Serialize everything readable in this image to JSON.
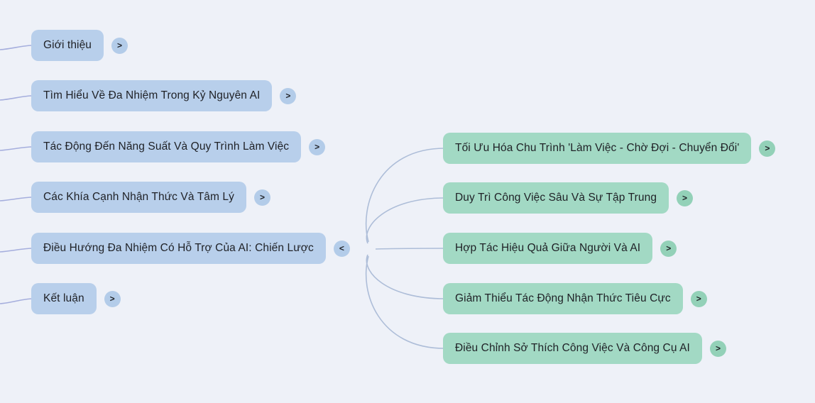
{
  "mindmap": {
    "left_nodes": [
      {
        "label": "Giới thiệu",
        "toggle": ">"
      },
      {
        "label": "Tìm Hiểu Về Đa Nhiệm Trong Kỷ Nguyên AI",
        "toggle": ">"
      },
      {
        "label": "Tác Động Đến Năng Suất Và Quy Trình Làm Việc",
        "toggle": ">"
      },
      {
        "label": "Các Khía Cạnh Nhận Thức Và Tâm Lý",
        "toggle": ">"
      },
      {
        "label": "Điều Hướng Đa Nhiệm Có Hỗ Trợ Của AI: Chiến Lược",
        "toggle": "<"
      },
      {
        "label": "Kết luận",
        "toggle": ">"
      }
    ],
    "right_nodes": [
      {
        "label": "Tối Ưu Hóa Chu Trình 'Làm Việc - Chờ Đợi - Chuyển Đổi'",
        "toggle": ">"
      },
      {
        "label": "Duy Trì Công Việc Sâu Và Sự Tập Trung",
        "toggle": ">"
      },
      {
        "label": "Hợp Tác Hiệu Quả Giữa Người Và AI",
        "toggle": ">"
      },
      {
        "label": "Giảm Thiểu Tác Động Nhận Thức Tiêu Cực",
        "toggle": ">"
      },
      {
        "label": "Điều Chỉnh Sở Thích Công Việc Và Công Cụ AI",
        "toggle": ">"
      }
    ]
  },
  "colors": {
    "bg": "#eef1f8",
    "node-blue": "#b8cfeb",
    "node-green": "#a2d9c4",
    "btn-blue": "#b3cce9",
    "btn-green": "#93d1b8",
    "text": "#1f2126",
    "line-left": "#a5aedd",
    "line-right": "#adbdd8"
  }
}
